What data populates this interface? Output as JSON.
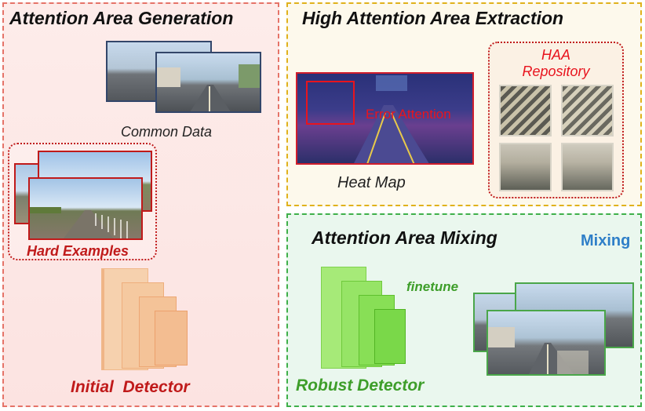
{
  "panels": {
    "generation": {
      "title": "Attention Area Generation",
      "border_color": "#e57368",
      "bg_color": "#fdeceb"
    },
    "extraction": {
      "title": "High Attention Area Extraction",
      "border_color": "#e0b21c",
      "bg_color": "#fdf9ec"
    },
    "mixing": {
      "title": "Attention Area Mixing",
      "border_color": "#3fb04a",
      "bg_color": "#eaf7ee"
    }
  },
  "labels": {
    "common_data": "Common Data",
    "hard_examples": "Hard Examples",
    "heat_map": "Heat Map",
    "error_attention": "Error Attention",
    "haa_repository": "HAA\nRepository",
    "mixing": "Mixing",
    "finetune": "finetune",
    "initial_detector": "Initial  Detector",
    "robust_detector": "Robust Detector"
  },
  "colors": {
    "red_accent": "#e8141e",
    "dark_red_text": "#c01a1a",
    "green_text": "#3e9e2a",
    "blue_text": "#2f7fc8",
    "blue_arrow": "#4a7fd1",
    "initial_detector_fill": "#f5c7a0",
    "robust_detector_fill": "#8fe05a",
    "cloud_stroke": "#ef6b6b"
  },
  "icons": [
    "l-shaped-red-arrow-icon",
    "curved-red-arrow-icon",
    "blue-right-arrow-icon",
    "blue-down-arrow-icon",
    "finetune-cycle-icon"
  ]
}
